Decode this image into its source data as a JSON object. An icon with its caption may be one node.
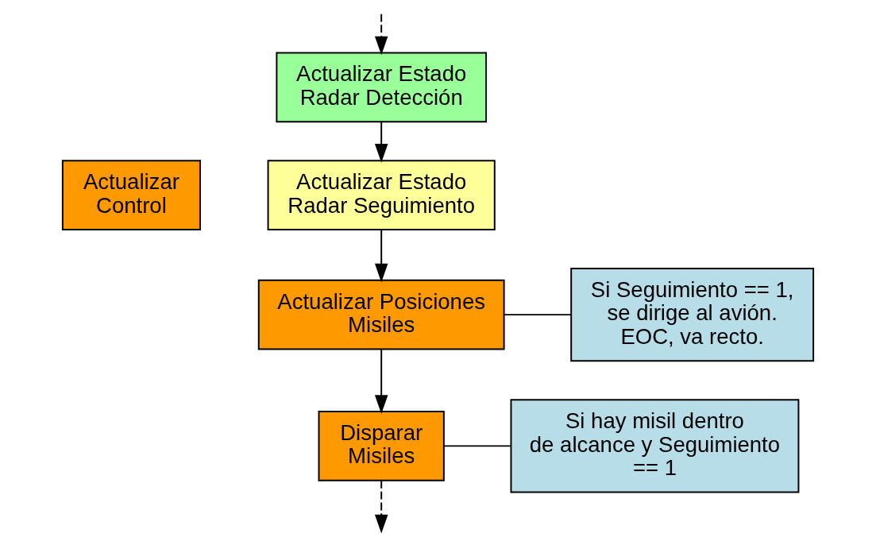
{
  "diagram": {
    "nodes": [
      {
        "text": [
          "Actualizar Control"
        ]
      },
      {
        "text": [
          "Actualizar Estado Radar Detección"
        ]
      },
      {
        "text": [
          "Actualizar Estado Radar Seguimiento"
        ]
      },
      {
        "text": [
          "Actualizar Posiciones Misiles"
        ]
      },
      {
        "text": [
          "Disparar Misiles"
        ]
      },
      {
        "text": [
          "Si Seguimiento == 1, se dirige al avión. EOC, va recto."
        ]
      },
      {
        "text": [
          "Si hay misil dentro de alcance y Seguimiento == 1"
        ]
      }
    ],
    "edges": [
      {
        "from": null,
        "to": 1,
        "arrow": "to",
        "style": "dashed"
      },
      {
        "from": 1,
        "to": 2,
        "arrow": "to"
      },
      {
        "from": 2,
        "to": 3,
        "arrow": "to"
      },
      {
        "from": 3,
        "to": 4,
        "arrow": "to"
      },
      {
        "from": 4,
        "to": null,
        "arrow": "to",
        "style": "dashed"
      },
      {
        "from": 3,
        "to": 5,
        "arrow": "none"
      },
      {
        "from": 4,
        "to": 6,
        "arrow": "none"
      }
    ]
  }
}
